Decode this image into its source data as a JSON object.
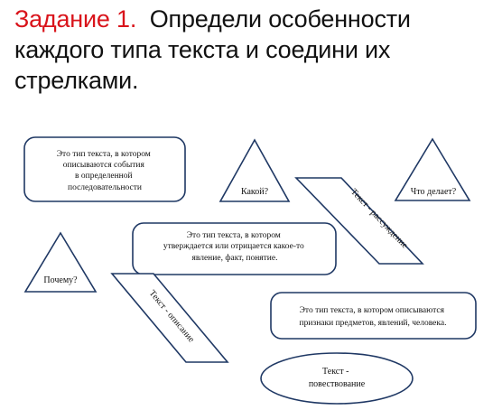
{
  "title": {
    "task_label": "Задание 1.",
    "line1": "Определи особенности",
    "line2": "каждого типа текста и соедини их",
    "line3": "стрелками."
  },
  "boxes": {
    "narration_def": [
      "Это тип текста, в котором",
      "описываются события",
      "в определенной",
      "последовательности"
    ],
    "reasoning_def": [
      "Это тип текста, в котором",
      "утверждается или отрицается какое-то",
      "явление, факт, понятие."
    ],
    "description_def": [
      "Это тип текста, в котором описываются",
      "признаки предметов, явлений, человека."
    ],
    "narration_label": [
      "Текст -",
      "повествование"
    ]
  },
  "triangles": {
    "kakoy": "Какой?",
    "chto_delaet": "Что делает?",
    "pochemu": "Почему?"
  },
  "parallelograms": {
    "reasoning": "Текст - рассуждение",
    "description": "Текст - описание"
  },
  "colors": {
    "stroke": "#1f3864",
    "task_red": "#d9141b"
  }
}
